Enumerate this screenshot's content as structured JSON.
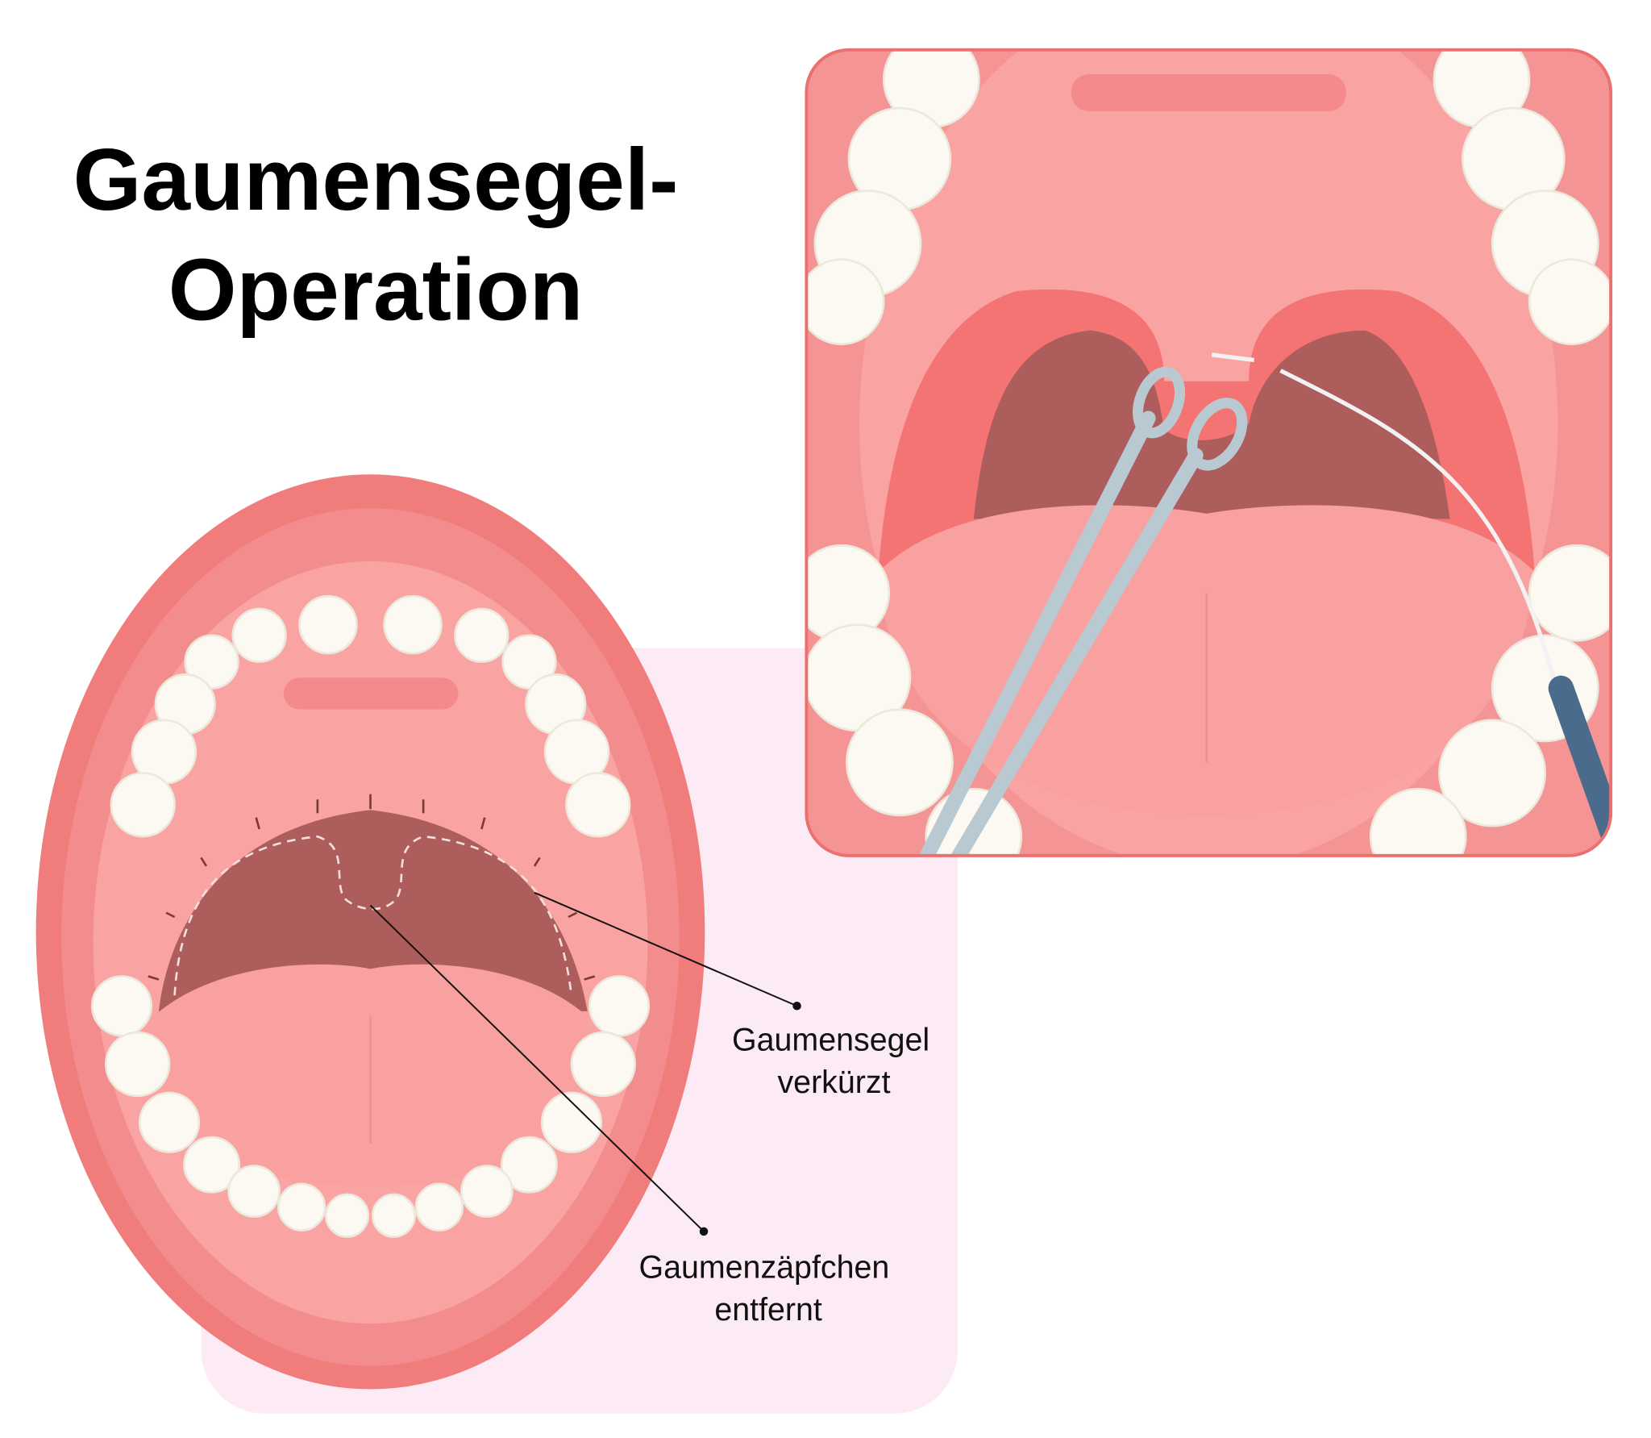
{
  "title": {
    "line1": "Gaumensegel-",
    "line2": "Operation"
  },
  "labels": {
    "soft_palate": {
      "line1": "Gaumensegel",
      "line2": "verkürzt"
    },
    "uvula": {
      "line1": "Gaumenzäpfchen",
      "line2": "entfernt"
    }
  },
  "colors": {
    "lip": "#f07c7c",
    "mouth": "#f9a3a3",
    "throat": "#ad5d5b",
    "teeth": "#fbf9f1",
    "background_panel": "#fcebf5",
    "instrument": "#b9c9d1",
    "needle_holder": "#4a6b8c"
  }
}
